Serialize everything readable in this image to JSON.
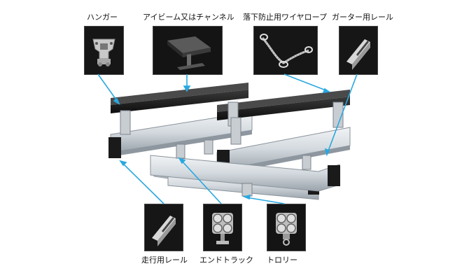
{
  "labels": {
    "hanger": "ハンガー",
    "ibeam": "アイビーム又はチャンネル",
    "wire": "落下防止用ワイヤロープ",
    "girder_rail": "ガーター用レール",
    "runway_rail": "走行用レール",
    "end_truck": "エンドトラック",
    "trolley": "トロリー"
  },
  "colors": {
    "arrow": "#29a8e0",
    "rail_light": "#e6eaee",
    "rail_mid": "#c3cad1",
    "rail_dark": "#8e979f",
    "beam": "#1c1c1c",
    "thumb_bg": "#1a1a1a"
  }
}
